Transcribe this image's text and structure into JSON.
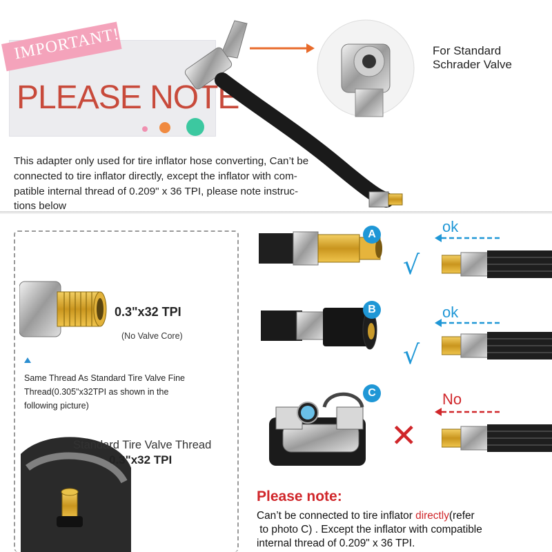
{
  "banner": {
    "important": "IMPORTANT!",
    "please_note": "PLEASE NOTE",
    "dots": [
      "#f090b0",
      "#f08a40",
      "#3cc8a0"
    ]
  },
  "schrader": {
    "line1": "For Standard",
    "line2": "Schrader Valve"
  },
  "adapter_text": {
    "line1": "This adapter only used for tire inflator hose converting, Can’t be",
    "line2": "connected to tire inflator directly, except the inflator with com-",
    "line3": "patible internal thread of  0.209\" x 36 TPI, please note instruc-",
    "line4": "tions below"
  },
  "left_panel": {
    "thread_size": "0.3\"x32 TPI",
    "no_valve_core": "(No Valve Core)",
    "desc_line1": "Same Thread As Standard Tire Valve Fine",
    "desc_line2": "Thread(0.305\"x32TPI as shown in the",
    "desc_line3": "following picture)",
    "std_title": "Standard Tire Valve Thread",
    "std_spec": "0.3\"x32 TPI"
  },
  "rows": [
    {
      "badge": "A",
      "status": "ok",
      "mark": "√",
      "status_color": "#1f97d6"
    },
    {
      "badge": "B",
      "status": "ok",
      "mark": "√",
      "status_color": "#1f97d6"
    },
    {
      "badge": "C",
      "status": "No",
      "mark": "✕",
      "status_color": "#d0262a"
    }
  ],
  "please_note_box": {
    "title": "Please note:",
    "text_before": "Can’t be connected to tire inflator ",
    "text_red": "directly",
    "text_after1": "(refer",
    "line2": " to photo C) . Except the inflator with compatible",
    "line3": "internal thread of  0.209\" x 36 TPI."
  },
  "colors": {
    "accent_blue": "#1f97d6",
    "accent_red": "#d0262a",
    "banner_red": "#c84a3b",
    "pink": "#f4a3bb"
  }
}
